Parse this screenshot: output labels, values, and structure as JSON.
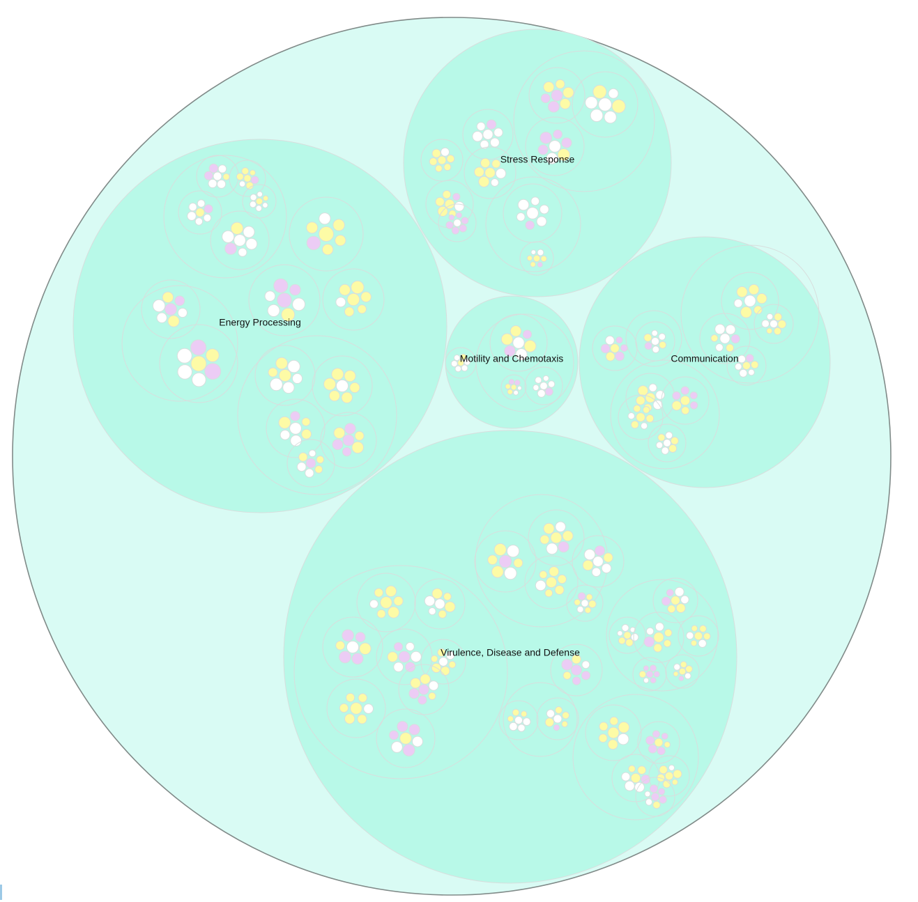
{
  "colors": {
    "root_fill": "#d9fbf4",
    "root_stroke": "#808a88",
    "group_fill": "#b8f9e8",
    "inner_stroke": "#d8dedd",
    "leaf_white": "#ffffff",
    "leaf_yellow": "#fdfba6",
    "leaf_pink": "#ecccf5"
  },
  "legend_of_leaf_colors": [
    "white",
    "yellow",
    "pink"
  ],
  "categories": [
    {
      "id": "stress",
      "label": "Stress Response"
    },
    {
      "id": "energy",
      "label": "Energy Processing"
    },
    {
      "id": "motility",
      "label": "Motility and Chemotaxis"
    },
    {
      "id": "communication",
      "label": "Communication"
    },
    {
      "id": "virulence",
      "label": "Virulence, Disease and Defense"
    }
  ]
}
